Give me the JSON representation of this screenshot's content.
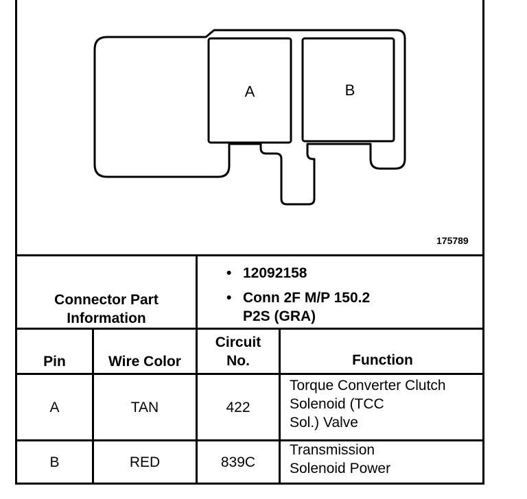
{
  "drawing": {
    "cavity_a_label": "A",
    "cavity_b_label": "B",
    "part_number": "175789"
  },
  "connector_info": {
    "label_line1": "Connector Part",
    "label_line2": "Information",
    "bullet": "•",
    "part_number": "12092158",
    "description_line1": "Conn 2F M/P 150.2",
    "description_line2": "P2S (GRA)"
  },
  "table": {
    "headers": {
      "pin": "Pin",
      "wire_color": "Wire Color",
      "circuit_line1": "Circuit",
      "circuit_line2": "No.",
      "function": "Function"
    },
    "rows": [
      {
        "pin": "A",
        "wire_color": "TAN",
        "circuit": "422",
        "function_lines": [
          "Torque Converter Clutch",
          "Solenoid (TCC",
          "Sol.) Valve"
        ]
      },
      {
        "pin": "B",
        "wire_color": "RED",
        "circuit": "839C",
        "function_lines": [
          "Transmission",
          "Solenoid Power"
        ]
      }
    ]
  }
}
